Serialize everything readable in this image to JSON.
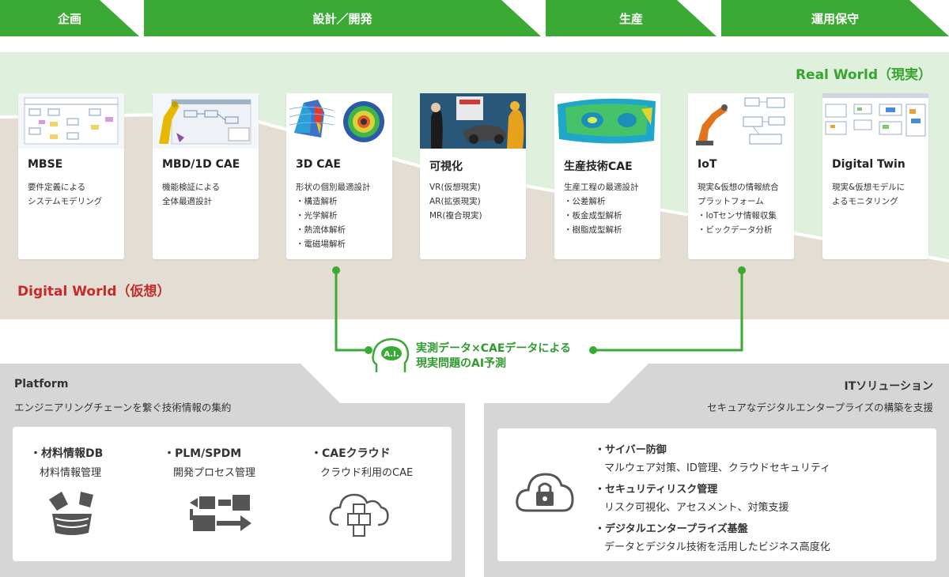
{
  "stages": [
    "企画",
    "設計／開発",
    "生産",
    "運用保守"
  ],
  "colors": {
    "green": "#3aaa35",
    "real_bg": "#dff0dc",
    "digital_bg": "#e4ddd3",
    "real_text": "#35a52d",
    "digital_text": "#c52b2b",
    "panel": "#d6d6d6"
  },
  "zones": {
    "real": "Real World（現実）",
    "digital": "Digital World（仮想）"
  },
  "cards": [
    {
      "title": "MBSE",
      "lines": [
        "要件定義による",
        "システムモデリング"
      ],
      "icon": "mbse-diagram-thumbnail"
    },
    {
      "title": "MBD/1D CAE",
      "lines": [
        "機能検証による",
        "全体最適設計"
      ],
      "icon": "robot-simulation-thumbnail"
    },
    {
      "title": "3D CAE",
      "lines": [
        "形状の個別最適設計",
        "・構造解析",
        "・光学解析",
        "・熱流体解析",
        "・電磁場解析"
      ],
      "icon": "cae-analysis-thumbnail"
    },
    {
      "title": "可視化",
      "lines": [
        "VR(仮想現実)",
        "AR(拡張現実)",
        "MR(複合現実)"
      ],
      "icon": "vr-visualization-thumbnail"
    },
    {
      "title": "生産技術CAE",
      "lines": [
        "生産工程の最適設計",
        "・公差解析",
        "・板金成型解析",
        "・樹脂成型解析"
      ],
      "icon": "sheet-metal-analysis-thumbnail"
    },
    {
      "title": "IoT",
      "lines": [
        "現実&仮想の情報統合",
        "プラットフォーム",
        "・IoTセンサ情報収集",
        "・ビックデータ分析"
      ],
      "icon": "iot-robot-thumbnail"
    },
    {
      "title": "Digital Twin",
      "lines": [
        "現実&仮想モデルに",
        "よるモニタリング"
      ],
      "icon": "digital-twin-thumbnail"
    }
  ],
  "ai": {
    "badge": "A.I.",
    "line1": "実測データ×CAEデータによる",
    "line2": "現実問題のAI予測"
  },
  "platform": {
    "title": "Platform",
    "subtitle": "エンジニアリングチェーンを繋ぐ技術情報の集約",
    "items": [
      {
        "title": "・材料情報DB",
        "sub": "材料情報管理",
        "icon": "material-db-icon"
      },
      {
        "title": "・PLM/SPDM",
        "sub": "開発プロセス管理",
        "icon": "process-flow-icon"
      },
      {
        "title": "・CAEクラウド",
        "sub": "クラウド利用のCAE",
        "icon": "cloud-blocks-icon"
      }
    ]
  },
  "it": {
    "title": "ITソリューション",
    "subtitle": "セキュアなデジタルエンタープライズの構築を支援",
    "icon": "cloud-lock-icon",
    "items": [
      {
        "title": "・サイバー防御",
        "sub": "マルウェア対策、ID管理、クラウドセキュリティ"
      },
      {
        "title": "・セキュリティリスク管理",
        "sub": "リスク可視化、アセスメント、対策支援"
      },
      {
        "title": "・デジタルエンタープライズ基盤",
        "sub": "データとデジタル技術を活用したビジネス高度化"
      }
    ]
  }
}
